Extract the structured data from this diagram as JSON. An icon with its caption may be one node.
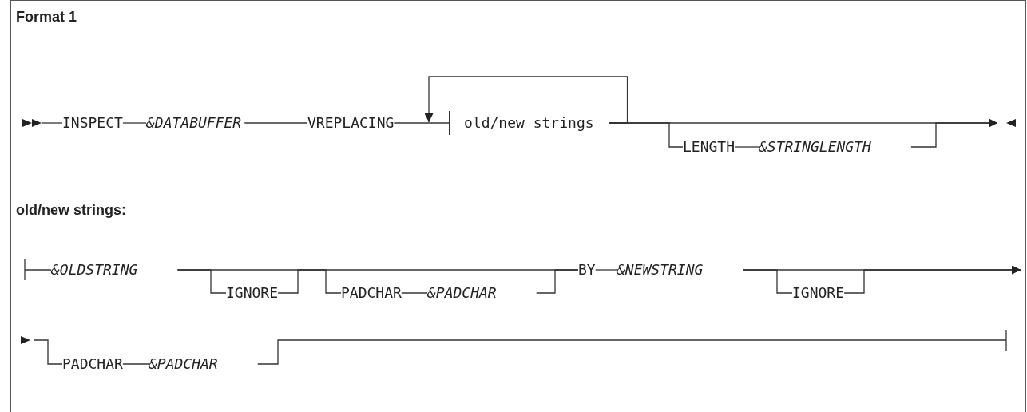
{
  "diagram": {
    "title": "Format 1",
    "nodes": [
      {
        "text": [
          "INSPECT"
        ]
      },
      {
        "text": [
          "&DATABUFFER"
        ]
      },
      {
        "text": [
          "VREPLACING"
        ]
      },
      {
        "text": [
          "old/new strings"
        ]
      },
      {
        "text": [
          "LENGTH"
        ]
      },
      {
        "text": [
          "&STRINGLENGTH"
        ]
      },
      {
        "text": [
          "&OLDSTRING"
        ]
      },
      {
        "text": [
          "IGNORE"
        ]
      },
      {
        "text": [
          "PADCHAR"
        ]
      },
      {
        "text": [
          "&PADCHAR"
        ]
      },
      {
        "text": [
          "BY"
        ]
      },
      {
        "text": [
          "&NEWSTRING"
        ]
      },
      {
        "text": [
          "IGNORE"
        ]
      },
      {
        "text": [
          "PADCHAR"
        ]
      },
      {
        "text": [
          "&PADCHAR"
        ]
      }
    ],
    "edges": [
      {
        "from": 0,
        "to": 1,
        "arrow": "none"
      },
      {
        "from": 1,
        "to": 2,
        "arrow": "none"
      },
      {
        "from": 2,
        "to": 3,
        "arrow": "none"
      },
      {
        "from": 3,
        "to": 3,
        "arrow": "to"
      },
      {
        "from": 3,
        "to": 4,
        "arrow": "none"
      },
      {
        "from": 4,
        "to": 5,
        "arrow": "none"
      },
      {
        "from": 3,
        "to": null,
        "arrow": "to"
      },
      {
        "from": 5,
        "to": null,
        "arrow": "to"
      },
      {
        "from": 6,
        "to": 10,
        "arrow": "none"
      },
      {
        "from": 6,
        "to": 7,
        "arrow": "none"
      },
      {
        "from": 7,
        "to": 8,
        "arrow": "none"
      },
      {
        "from": 8,
        "to": 9,
        "arrow": "none"
      },
      {
        "from": 9,
        "to": 10,
        "arrow": "none"
      },
      {
        "from": 10,
        "to": 11,
        "arrow": "none"
      },
      {
        "from": 11,
        "to": null,
        "arrow": "to"
      },
      {
        "from": 11,
        "to": 12,
        "arrow": "none"
      },
      {
        "from": 12,
        "to": null,
        "arrow": "to"
      },
      {
        "from": null,
        "to": 13,
        "arrow": "none"
      },
      {
        "from": 13,
        "to": 14,
        "arrow": "none"
      },
      {
        "from": 14,
        "to": null,
        "arrow": "none"
      }
    ],
    "labels": [
      "old/new strings:"
    ]
  }
}
